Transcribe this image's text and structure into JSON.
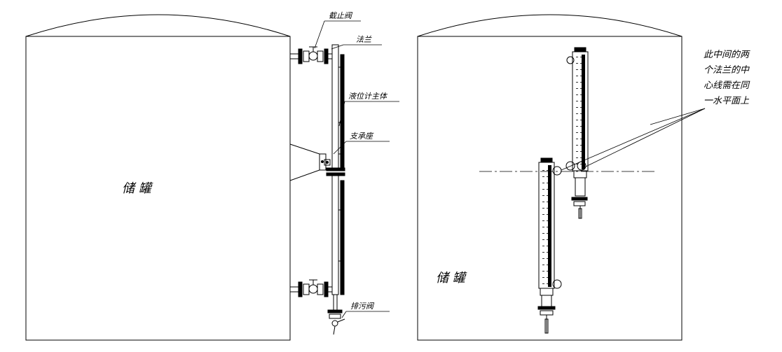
{
  "left_view": {
    "tank_label": "储 罐",
    "labels": {
      "stop_valve": "截止阀",
      "flange": "法兰",
      "gauge_body": "液位计主体",
      "support": "支承座",
      "drain_valve": "排污阀"
    }
  },
  "right_view": {
    "tank_label": "储 罐",
    "note_lines": [
      "此中间的两",
      "个法兰的中",
      "心线需在同",
      "一水平面上"
    ]
  }
}
